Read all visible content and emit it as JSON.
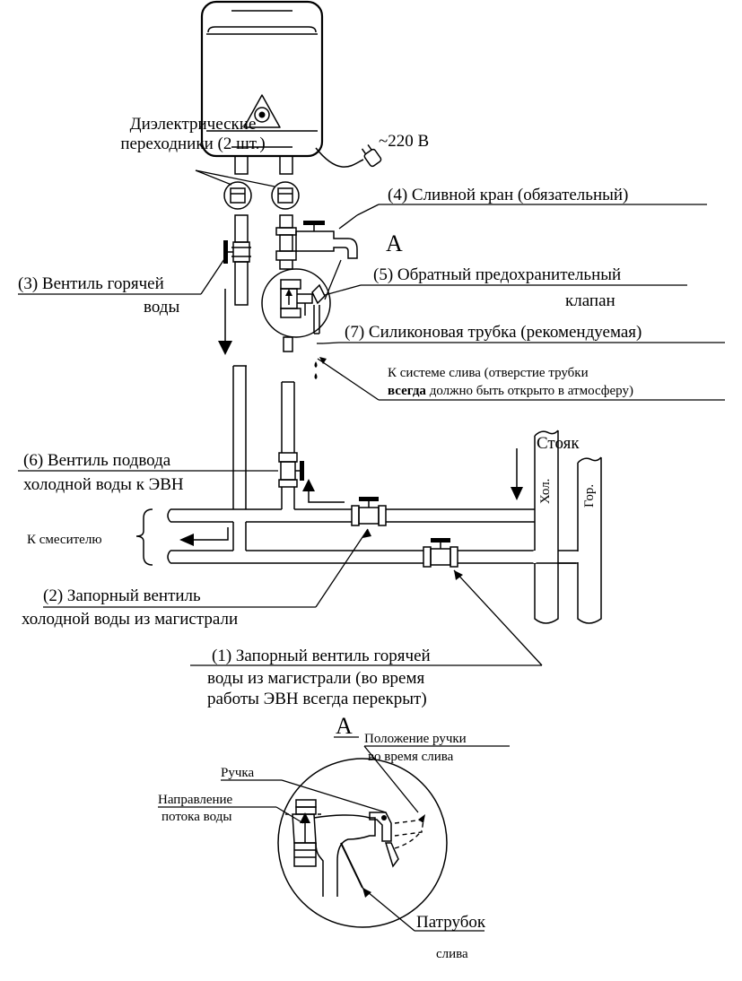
{
  "labels": {
    "dielectric_1": "Диэлектрические",
    "dielectric_2": "переходники (2 шт.)",
    "voltage": "~220 В",
    "drain_valve": "(4) Сливной кран (обязательный)",
    "section_a": "А",
    "hot_valve_1": "(3) Вентиль горячей",
    "hot_valve_2": "воды",
    "check_valve_1": "(5) Обратный предохранительный",
    "check_valve_2": "клапан",
    "silicone_tube": "(7) Силиконовая трубка (рекомендуемая)",
    "drain_system_1": "К системе слива (отверстие трубки",
    "drain_system_2_bold": "всегда",
    "drain_system_2_rest": " должно быть открыто в атмосферу)",
    "riser": "Стояк",
    "cold_riser": "Хол.",
    "hot_riser": "Гор.",
    "cold_supply_1": "(6) Вентиль подвода",
    "cold_supply_2": "холодной воды к ЭВН",
    "to_mixer": "К смесителю",
    "cold_main_1": "(2) Запорный вентиль",
    "cold_main_2": "холодной воды из магистрали",
    "hot_main_1": "(1) Запорный вентиль горячей",
    "hot_main_2": "воды из магистрали (во время",
    "hot_main_3": "работы ЭВН всегда перекрыт)",
    "detail_a": "А",
    "handle": "Ручка",
    "handle_pos_1": "Положение ручки",
    "handle_pos_2": "во время слива",
    "flow_dir_1": "Направление",
    "flow_dir_2": "потока воды",
    "drain_nozzle_1": "Патрубок",
    "drain_nozzle_2": "слива"
  }
}
